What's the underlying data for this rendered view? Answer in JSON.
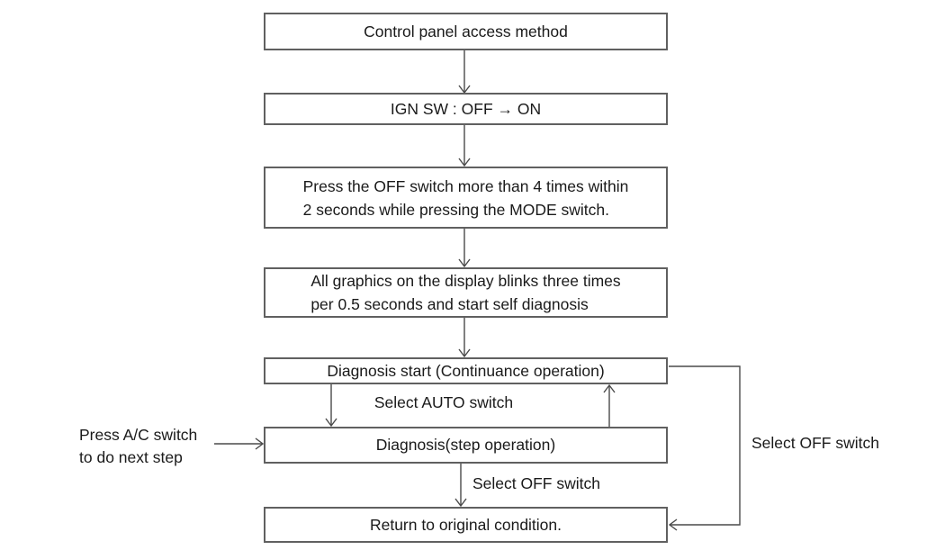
{
  "diagram": {
    "type": "flowchart",
    "title": "Control panel access method",
    "colors": {
      "background": "#ffffff",
      "box_border": "#606060",
      "connector": "#4a4a4a",
      "text": "#1a1a1a"
    },
    "nodes": [
      {
        "id": "control-panel-access-method",
        "lines": [
          "Control panel access method"
        ]
      },
      {
        "id": "ign-sw-off-on",
        "lines": [
          "IGN SW : OFF → ON"
        ]
      },
      {
        "id": "press-off-switch",
        "lines": [
          "Press the OFF switch more than 4 times within",
          "2 seconds while pressing the MODE switch."
        ]
      },
      {
        "id": "graphics-blink",
        "lines": [
          "All graphics on the display blinks three times",
          "per 0.5 seconds and start self diagnosis"
        ]
      },
      {
        "id": "diagnosis-start",
        "lines": [
          "Diagnosis start (Continuance operation)"
        ]
      },
      {
        "id": "diagnosis-step",
        "lines": [
          "Diagnosis(step operation)"
        ]
      },
      {
        "id": "return-original",
        "lines": [
          "Return to original condition."
        ]
      }
    ],
    "edge_labels": {
      "select_auto": "Select AUTO switch",
      "select_off_step_to_return": "Select OFF switch",
      "select_off_start_to_return": "Select OFF switch",
      "press_ac": [
        "Press A/C switch",
        "to do next step"
      ]
    }
  }
}
